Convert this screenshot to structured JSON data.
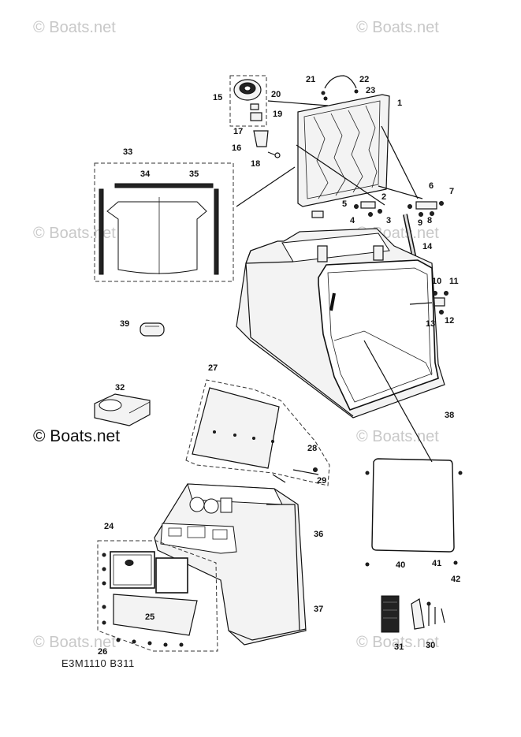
{
  "watermarks": {
    "top_left": "© Boats.net",
    "top_right": "© Boats.net",
    "mid_left": "© Boats.net",
    "mid_right": "© Boats.net",
    "lower_left": "© Boats.net",
    "lower_right": "© Boats.net",
    "bottom_left": "© Boats.net",
    "bottom_right": "© Boats.net"
  },
  "diagram_code": "E3M1110 B311",
  "callouts": {
    "c1": "1",
    "c2": "2",
    "c3": "3",
    "c4": "4",
    "c5": "5",
    "c6": "6",
    "c7": "7",
    "c8": "8",
    "c9": "9",
    "c10": "10",
    "c11": "11",
    "c12": "12",
    "c13": "13",
    "c14": "14",
    "c15": "15",
    "c16": "16",
    "c17": "17",
    "c18": "18",
    "c19": "19",
    "c20": "20",
    "c21": "21",
    "c22": "22",
    "c23": "23",
    "c24": "24",
    "c25": "25",
    "c26": "26",
    "c27": "27",
    "c28": "28",
    "c29": "29",
    "c30": "30",
    "c31": "31",
    "c32": "32",
    "c33": "33",
    "c34": "34",
    "c35": "35",
    "c36": "36",
    "c37": "37",
    "c38": "38",
    "c39": "39",
    "c40": "40",
    "c41": "41",
    "c42": "42"
  }
}
